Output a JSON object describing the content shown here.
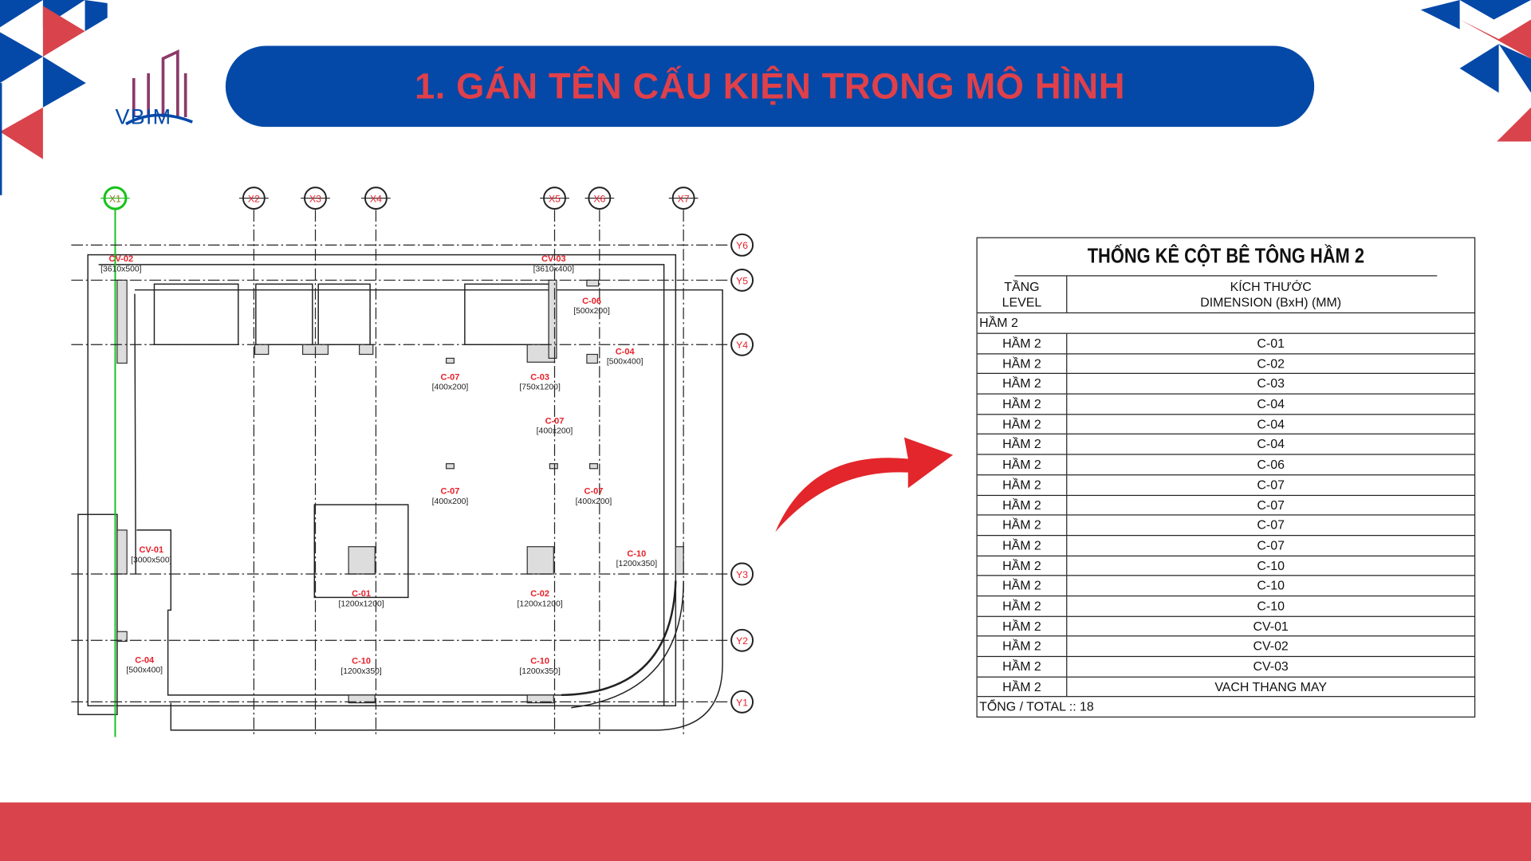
{
  "header": {
    "title": "1. GÁN TÊN CẤU KIỆN TRONG MÔ HÌNH",
    "logo_text": "VBIM"
  },
  "colors": {
    "brand_blue": "#0449a8",
    "brand_red": "#d9434b",
    "title_red": "#e0404a",
    "tag_red": "#e8202a",
    "grid_green": "#16c21a"
  },
  "drawing": {
    "grid_x": [
      "X1",
      "X2",
      "X3",
      "X4",
      "X5",
      "X6",
      "X7"
    ],
    "grid_y": [
      "Y6",
      "Y5",
      "Y4",
      "Y3",
      "Y2",
      "Y1"
    ],
    "tags": [
      {
        "name": "CV-02",
        "size": "[3610x500]"
      },
      {
        "name": "CV-03",
        "size": "[3610x400]"
      },
      {
        "name": "C-06",
        "size": "[500x200]"
      },
      {
        "name": "C-04",
        "size": "[500x400]"
      },
      {
        "name": "C-07",
        "size": "[400x200]"
      },
      {
        "name": "C-03",
        "size": "[750x1200]"
      },
      {
        "name": "C-07",
        "size": "[400x200]"
      },
      {
        "name": "C-07",
        "size": "[400x200]"
      },
      {
        "name": "C-07",
        "size": "[400x200]"
      },
      {
        "name": "CV-01",
        "size": "[3000x500]"
      },
      {
        "name": "C-10",
        "size": "[1200x350]"
      },
      {
        "name": "C-01",
        "size": "[1200x1200]"
      },
      {
        "name": "C-02",
        "size": "[1200x1200]"
      },
      {
        "name": "C-04",
        "size": "[500x400]"
      },
      {
        "name": "C-10",
        "size": "[1200x350]"
      },
      {
        "name": "C-10",
        "size": "[1200x350]"
      }
    ]
  },
  "schedule": {
    "title": "THỐNG KÊ CỘT BÊ TÔNG HẦM 2",
    "col1": [
      "TẦNG",
      "LEVEL"
    ],
    "col2": [
      "KÍCH THƯỚC",
      "DIMENSION (BxH) (MM)"
    ],
    "group": "HẦM 2",
    "rows": [
      [
        "HẦM 2",
        "C-01"
      ],
      [
        "HẦM 2",
        "C-02"
      ],
      [
        "HẦM 2",
        "C-03"
      ],
      [
        "HẦM 2",
        "C-04"
      ],
      [
        "HẦM 2",
        "C-04"
      ],
      [
        "HẦM 2",
        "C-04"
      ],
      [
        "HẦM 2",
        "C-06"
      ],
      [
        "HẦM 2",
        "C-07"
      ],
      [
        "HẦM 2",
        "C-07"
      ],
      [
        "HẦM 2",
        "C-07"
      ],
      [
        "HẦM 2",
        "C-07"
      ],
      [
        "HẦM 2",
        "C-10"
      ],
      [
        "HẦM 2",
        "C-10"
      ],
      [
        "HẦM 2",
        "C-10"
      ],
      [
        "HẦM 2",
        "CV-01"
      ],
      [
        "HẦM 2",
        "CV-02"
      ],
      [
        "HẦM 2",
        "CV-03"
      ],
      [
        "HẦM 2",
        "VACH THANG  MAY"
      ]
    ],
    "total": "TỔNG / TOTAL :: 18"
  }
}
